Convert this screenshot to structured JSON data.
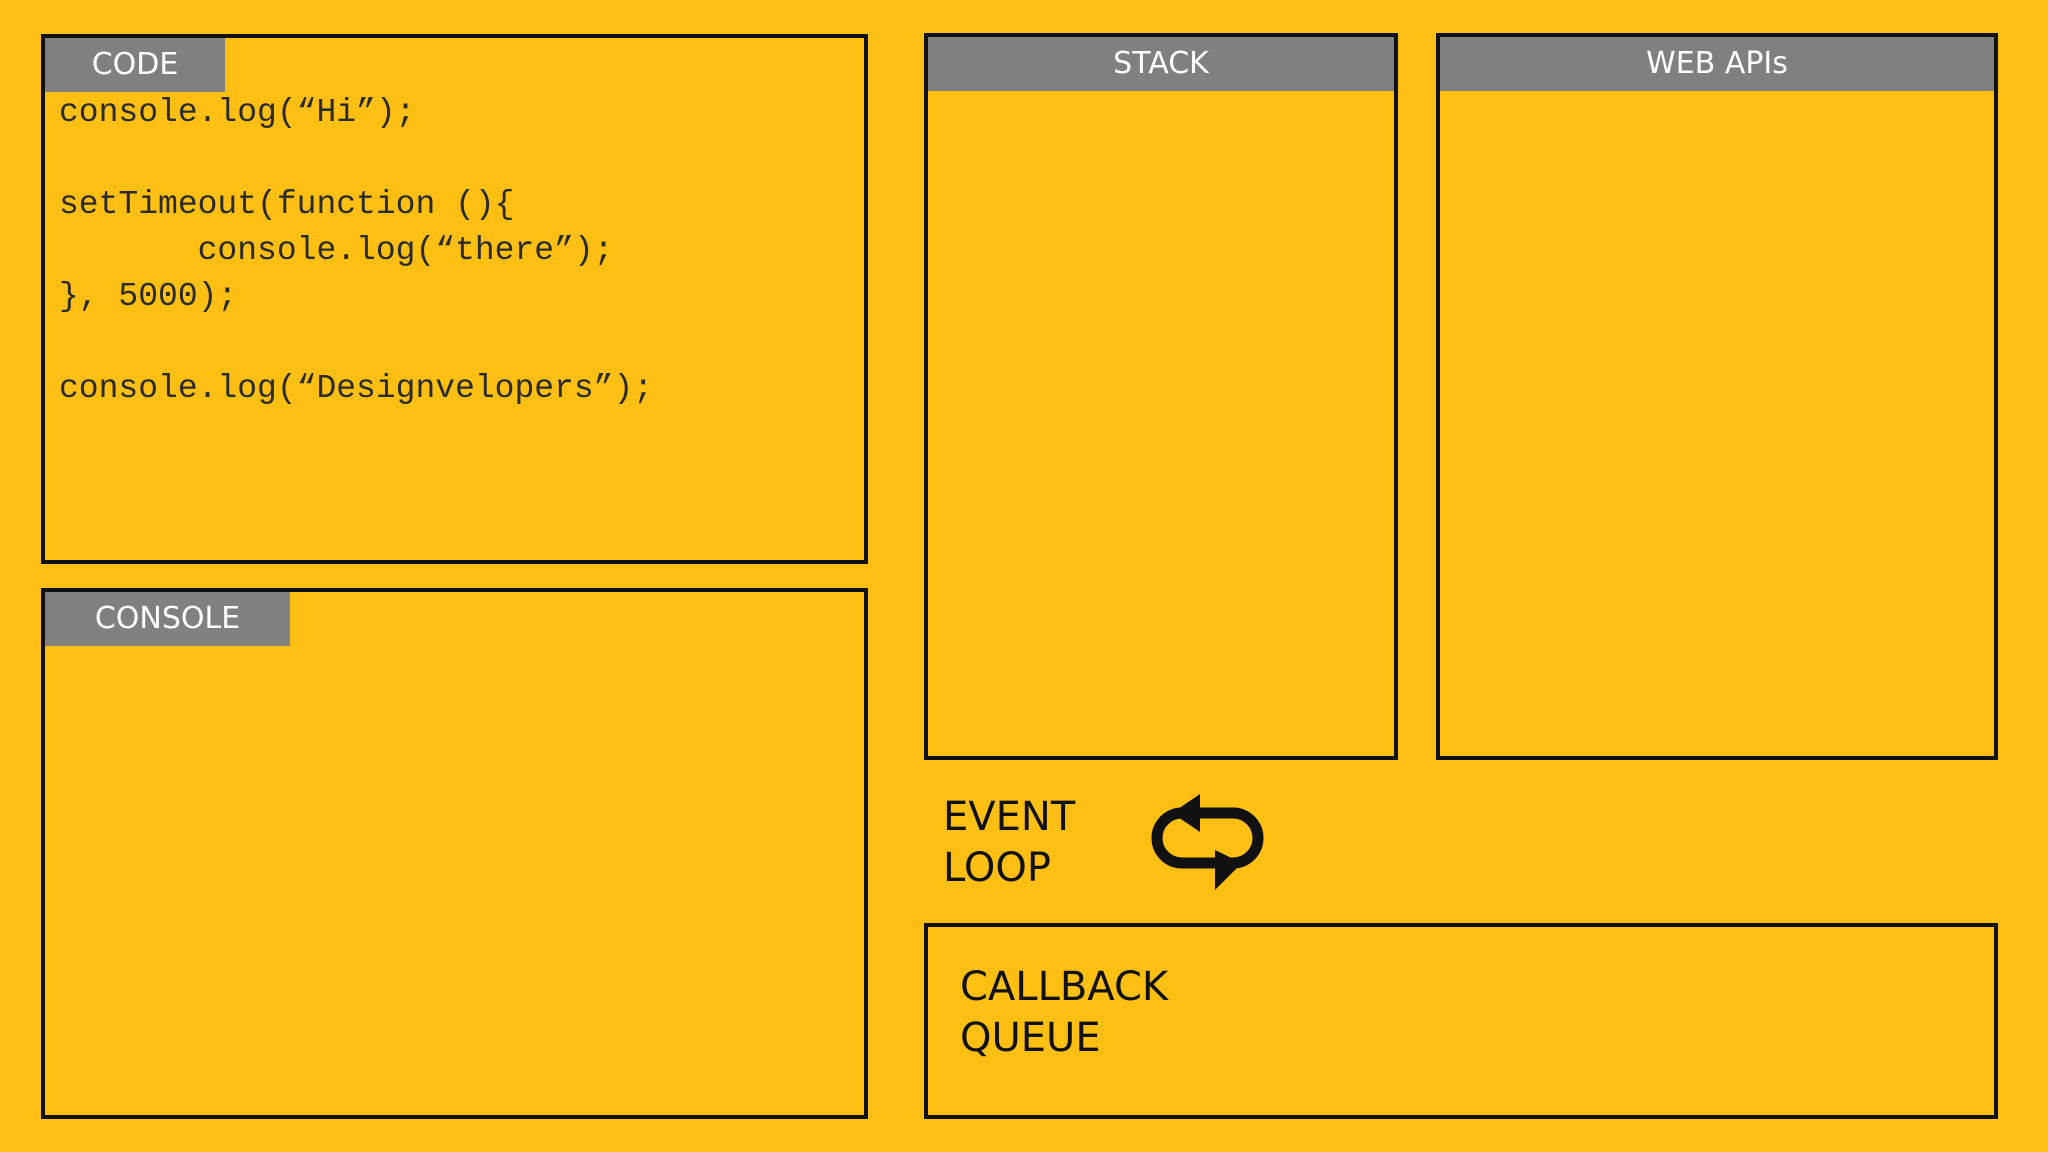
{
  "code_panel": {
    "title": "CODE",
    "lines": [
      "console.log(“Hi”);",
      "",
      "setTimeout(function (){",
      "       console.log(“there”);",
      "}, 5000);",
      "",
      "console.log(“Designvelopers”);"
    ]
  },
  "console_panel": {
    "title": "CONSOLE"
  },
  "stack_panel": {
    "title": "STACK"
  },
  "web_apis_panel": {
    "title": "WEB APIs"
  },
  "event_loop": {
    "line1": "EVENT",
    "line2": "LOOP",
    "icon": "loop-arrows-icon"
  },
  "callback_queue": {
    "line1": "CALLBACK",
    "line2": "QUEUE"
  },
  "colors": {
    "background": "#FDBF12",
    "header": "#808080",
    "border": "#111111"
  }
}
